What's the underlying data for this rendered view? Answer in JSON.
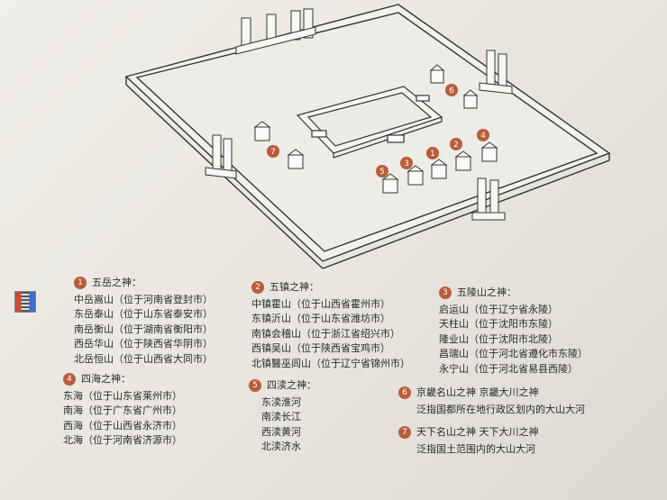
{
  "diagram": {
    "markers": [
      "1",
      "2",
      "3",
      "4",
      "5",
      "6",
      "7"
    ]
  },
  "legend": {
    "s1": {
      "num": "1",
      "title": "五岳之神：",
      "items": [
        "中岳嵩山（位于河南省登封市）",
        "东岳泰山（位于山东省泰安市）",
        "南岳衡山（位于湖南省衡阳市）",
        "西岳华山（位于陕西省华阴市）",
        "北岳恒山（位于山西省大同市）"
      ]
    },
    "s2": {
      "num": "2",
      "title": "五镇之神：",
      "items": [
        "中镇霍山（位于山西省霍州市）",
        "东镇沂山（位于山东省潍坊市）",
        "南镇会稽山（位于浙江省绍兴市）",
        "西镇吴山（位于陕西省宝鸡市）",
        "北镇醫巫闾山（位于辽宁省锦州市）"
      ]
    },
    "s3": {
      "num": "3",
      "title": "五陵山之神：",
      "items": [
        "启运山（位于辽宁省永陵）",
        "天柱山（位于沈阳市东陵）",
        "隆业山（位于沈阳市北陵）",
        "昌瑞山（位于河北省遵化市东陵）",
        "永宁山（位于河北省易县西陵）"
      ]
    },
    "s4": {
      "num": "4",
      "title": "四海之神：",
      "items": [
        "东海（位于山东省莱州市）",
        "南海（位于广东省广州市）",
        "西海（位于山西省永济市）",
        "北海（位于河南省济源市）"
      ]
    },
    "s5": {
      "num": "5",
      "title": "四渎之神：",
      "items": [
        "东渎淮河",
        "南渎长江",
        "西渎黄河",
        "北渎济水"
      ]
    },
    "s6": {
      "num": "6",
      "title": "京畿名山之神  京畿大川之神",
      "items": [
        "泛指国都所在地行政区划内的大山大河"
      ]
    },
    "s7": {
      "num": "7",
      "title": "天下名山之神  天下大川之神",
      "items": [
        "泛指国土范围内的大山大河"
      ]
    }
  }
}
